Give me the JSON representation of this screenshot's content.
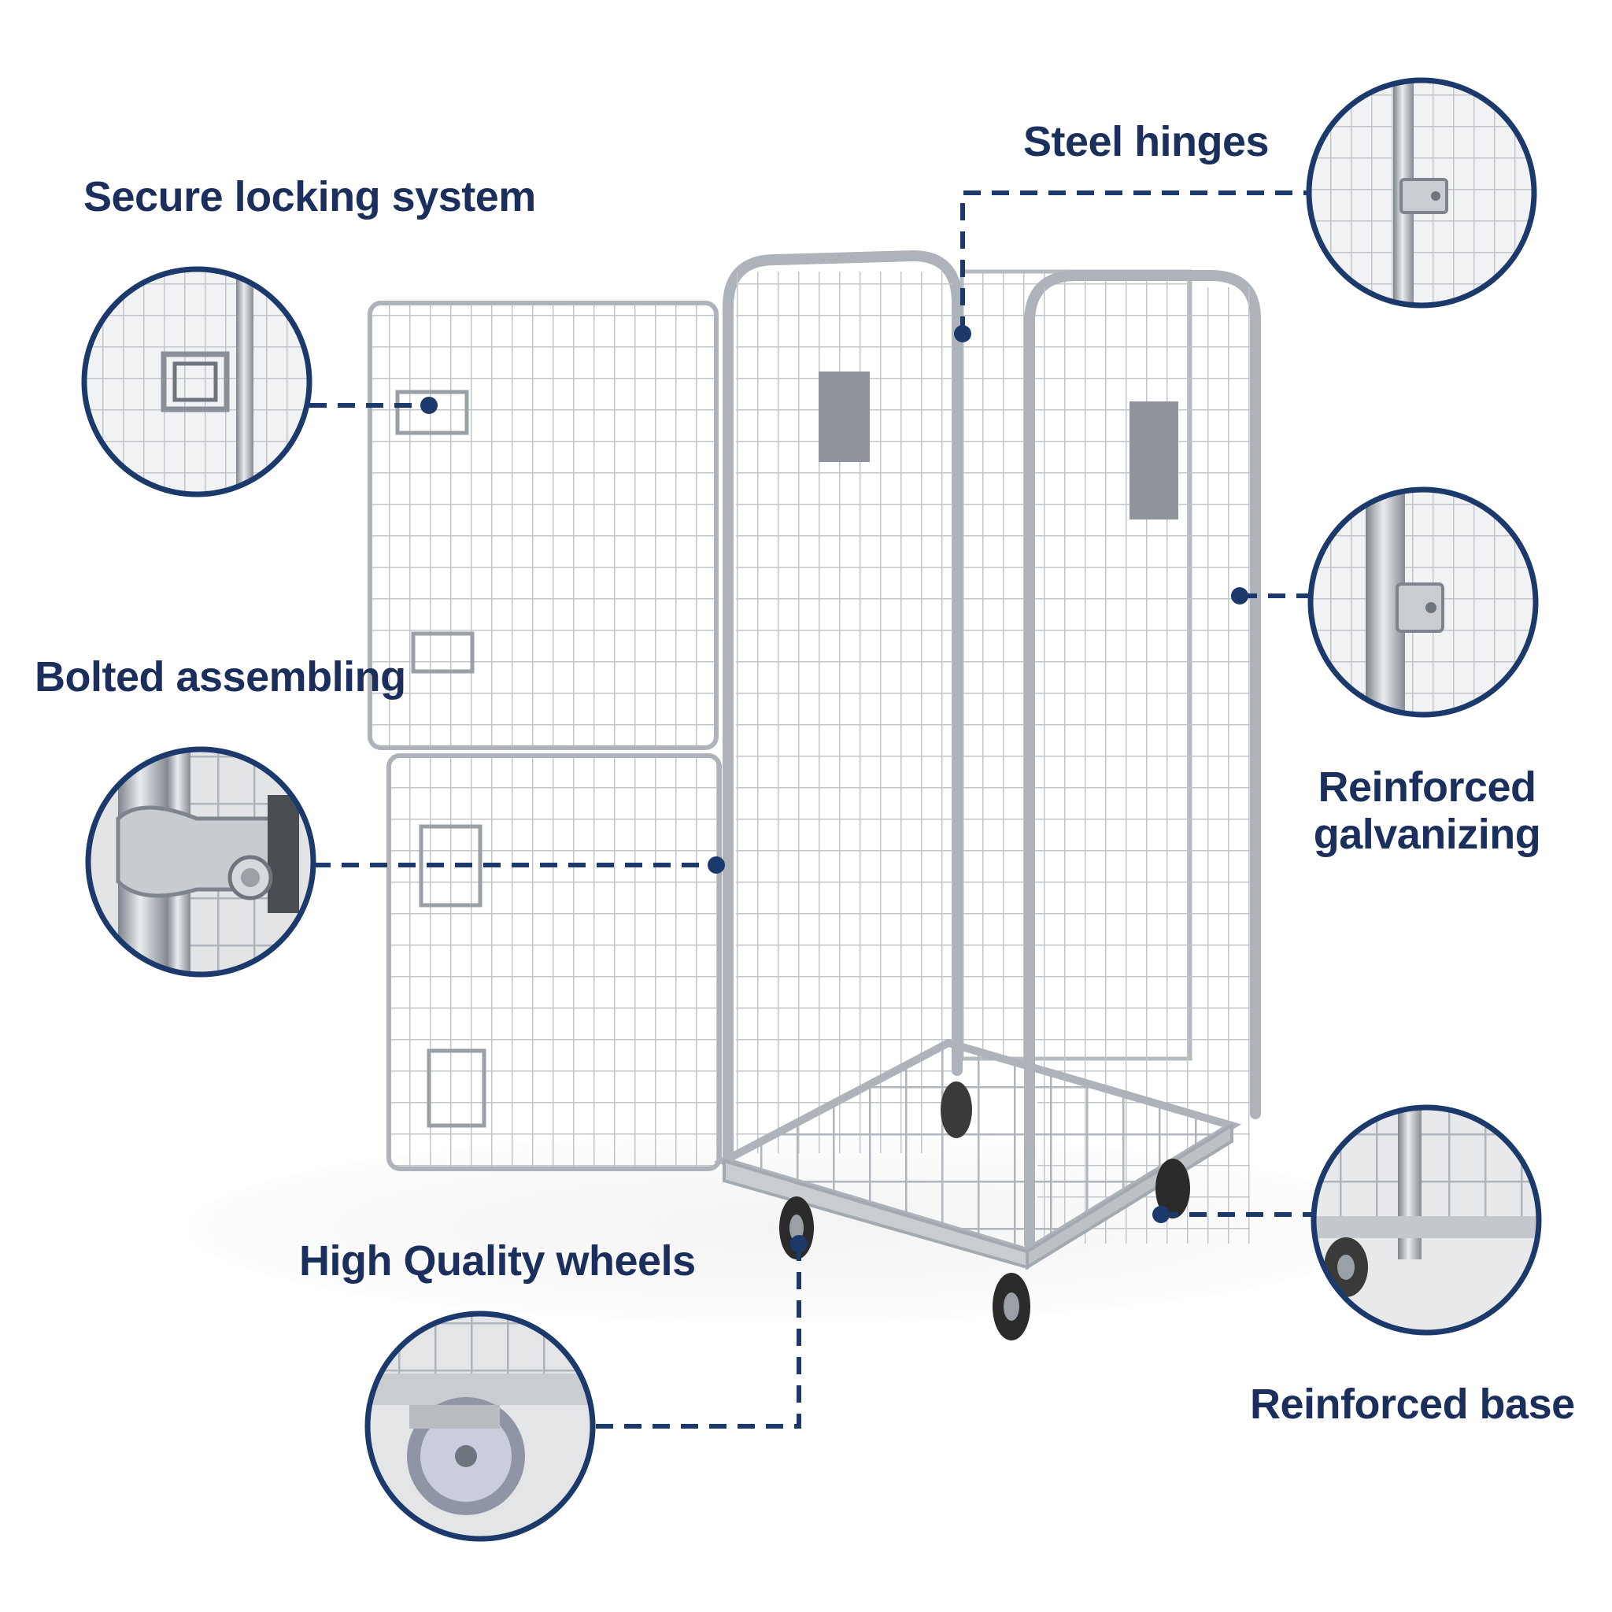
{
  "colors": {
    "accent": "#1b3a6b",
    "steel": "#b9bec4",
    "steel_dark": "#8a9097",
    "background": "#ffffff"
  },
  "callouts": {
    "secure_locking": {
      "label": "Secure locking system",
      "icon": "lock-latch-detail"
    },
    "steel_hinges": {
      "label": "Steel hinges",
      "icon": "hinge-detail"
    },
    "bolted_assembling": {
      "label": "Bolted assembling",
      "icon": "bolt-detail"
    },
    "reinforced_galvanizing": {
      "label_line1": "Reinforced",
      "label_line2": "galvanizing",
      "icon": "galvanized-hinge-detail"
    },
    "high_quality_wheels": {
      "label": "High Quality wheels",
      "icon": "caster-wheel-detail"
    },
    "reinforced_base": {
      "label": "Reinforced base",
      "icon": "base-corner-detail"
    }
  }
}
